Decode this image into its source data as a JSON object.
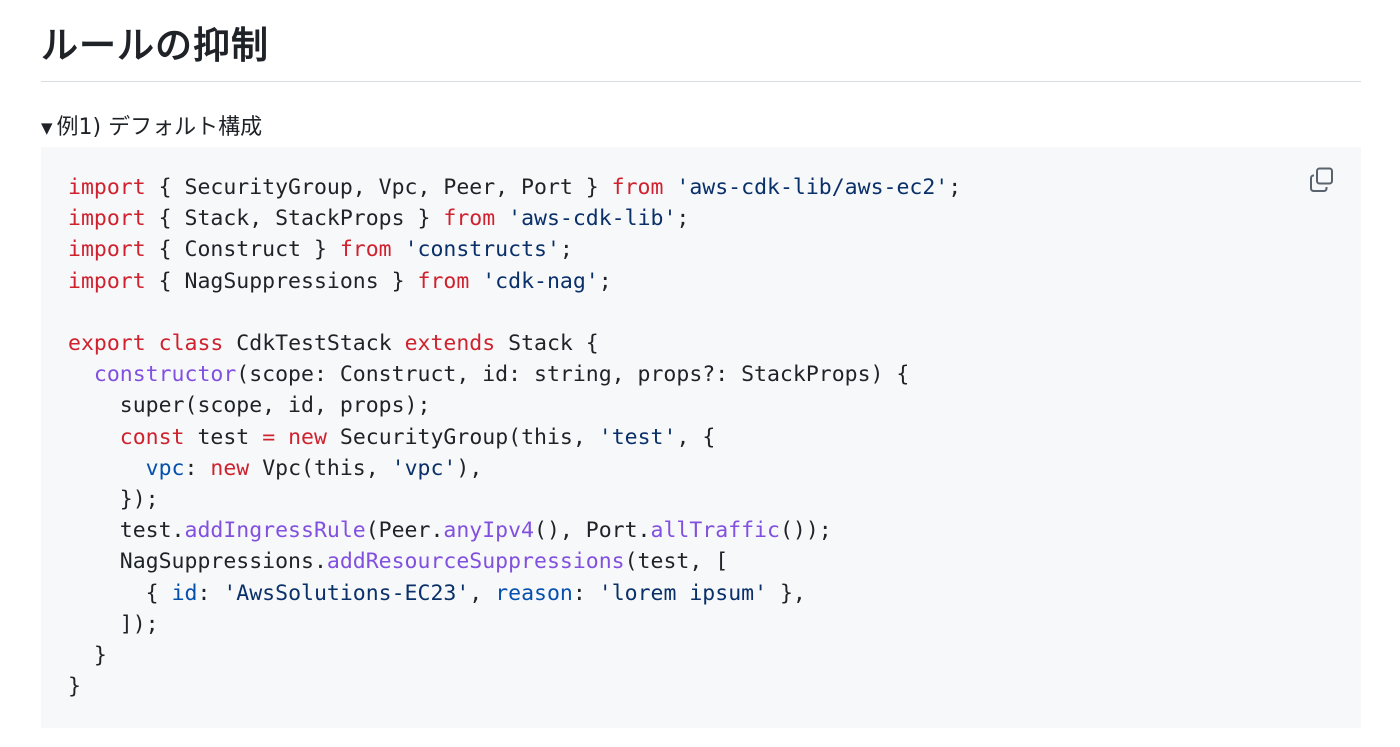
{
  "section": {
    "title": "ルールの抑制"
  },
  "details": {
    "marker": "▼",
    "summary": "例1) デフォルト構成"
  },
  "code": {
    "language": "typescript",
    "copy_icon": "copy-icon",
    "lines": [
      [
        {
          "t": "import",
          "c": "kw"
        },
        {
          "t": " { SecurityGroup, Vpc, Peer, Port } ",
          "c": ""
        },
        {
          "t": "from",
          "c": "kw"
        },
        {
          "t": " ",
          "c": ""
        },
        {
          "t": "'aws-cdk-lib/aws-ec2'",
          "c": "str"
        },
        {
          "t": ";",
          "c": ""
        }
      ],
      [
        {
          "t": "import",
          "c": "kw"
        },
        {
          "t": " { Stack, StackProps } ",
          "c": ""
        },
        {
          "t": "from",
          "c": "kw"
        },
        {
          "t": " ",
          "c": ""
        },
        {
          "t": "'aws-cdk-lib'",
          "c": "str"
        },
        {
          "t": ";",
          "c": ""
        }
      ],
      [
        {
          "t": "import",
          "c": "kw"
        },
        {
          "t": " { Construct } ",
          "c": ""
        },
        {
          "t": "from",
          "c": "kw"
        },
        {
          "t": " ",
          "c": ""
        },
        {
          "t": "'constructs'",
          "c": "str"
        },
        {
          "t": ";",
          "c": ""
        }
      ],
      [
        {
          "t": "import",
          "c": "kw"
        },
        {
          "t": " { NagSuppressions } ",
          "c": ""
        },
        {
          "t": "from",
          "c": "kw"
        },
        {
          "t": " ",
          "c": ""
        },
        {
          "t": "'cdk-nag'",
          "c": "str"
        },
        {
          "t": ";",
          "c": ""
        }
      ],
      [],
      [
        {
          "t": "export",
          "c": "kw"
        },
        {
          "t": " ",
          "c": ""
        },
        {
          "t": "class",
          "c": "kw"
        },
        {
          "t": " CdkTestStack ",
          "c": ""
        },
        {
          "t": "extends",
          "c": "kw"
        },
        {
          "t": " Stack {",
          "c": ""
        }
      ],
      [
        {
          "t": "  ",
          "c": ""
        },
        {
          "t": "constructor",
          "c": "fn"
        },
        {
          "t": "(scope: Construct, id: string, props?: StackProps) {",
          "c": ""
        }
      ],
      [
        {
          "t": "    super(scope, id, props);",
          "c": ""
        }
      ],
      [
        {
          "t": "    ",
          "c": ""
        },
        {
          "t": "const",
          "c": "kw"
        },
        {
          "t": " test ",
          "c": ""
        },
        {
          "t": "=",
          "c": "kw"
        },
        {
          "t": " ",
          "c": ""
        },
        {
          "t": "new",
          "c": "kw"
        },
        {
          "t": " SecurityGroup(this, ",
          "c": ""
        },
        {
          "t": "'test'",
          "c": "str"
        },
        {
          "t": ", {",
          "c": ""
        }
      ],
      [
        {
          "t": "      ",
          "c": ""
        },
        {
          "t": "vpc",
          "c": "prop"
        },
        {
          "t": ": ",
          "c": ""
        },
        {
          "t": "new",
          "c": "kw"
        },
        {
          "t": " Vpc(this, ",
          "c": ""
        },
        {
          "t": "'vpc'",
          "c": "str"
        },
        {
          "t": "),",
          "c": ""
        }
      ],
      [
        {
          "t": "    });",
          "c": ""
        }
      ],
      [
        {
          "t": "    test.",
          "c": ""
        },
        {
          "t": "addIngressRule",
          "c": "fn"
        },
        {
          "t": "(Peer.",
          "c": ""
        },
        {
          "t": "anyIpv4",
          "c": "fn"
        },
        {
          "t": "(), Port.",
          "c": ""
        },
        {
          "t": "allTraffic",
          "c": "fn"
        },
        {
          "t": "());",
          "c": ""
        }
      ],
      [
        {
          "t": "    NagSuppressions.",
          "c": ""
        },
        {
          "t": "addResourceSuppressions",
          "c": "fn"
        },
        {
          "t": "(test, [",
          "c": ""
        }
      ],
      [
        {
          "t": "      { ",
          "c": ""
        },
        {
          "t": "id",
          "c": "prop"
        },
        {
          "t": ": ",
          "c": ""
        },
        {
          "t": "'AwsSolutions-EC23'",
          "c": "str"
        },
        {
          "t": ", ",
          "c": ""
        },
        {
          "t": "reason",
          "c": "prop"
        },
        {
          "t": ": ",
          "c": ""
        },
        {
          "t": "'lorem ipsum'",
          "c": "str"
        },
        {
          "t": " },",
          "c": ""
        }
      ],
      [
        {
          "t": "    ]);",
          "c": ""
        }
      ],
      [
        {
          "t": "  }",
          "c": ""
        }
      ],
      [
        {
          "t": "}",
          "c": ""
        }
      ]
    ]
  }
}
